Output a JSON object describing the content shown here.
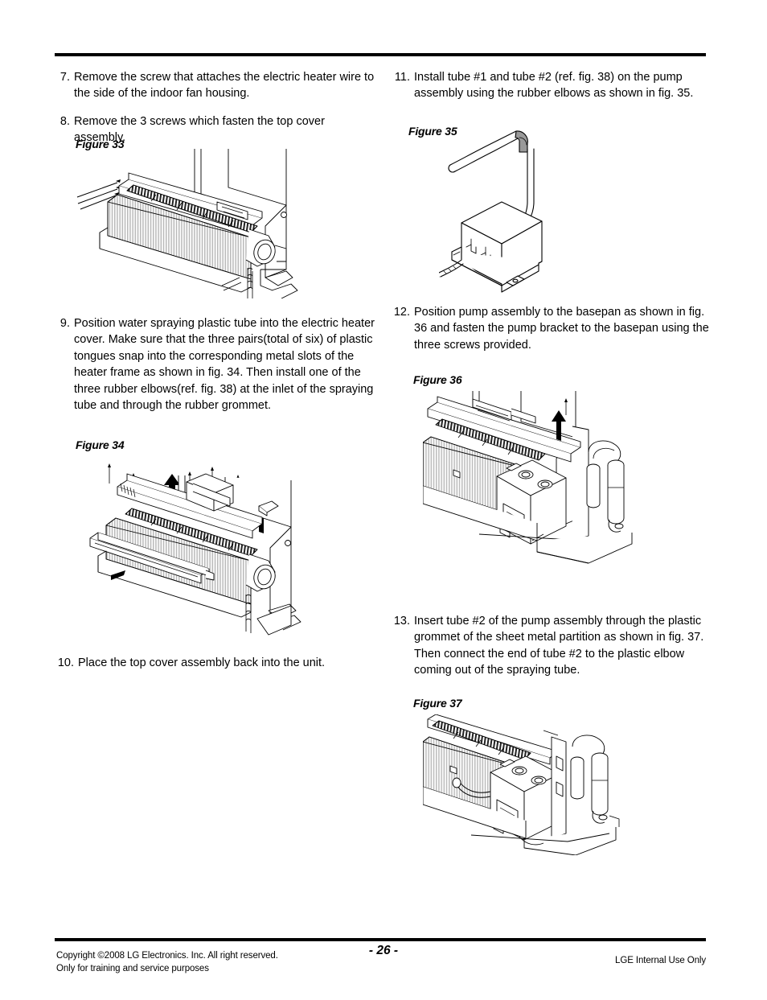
{
  "document": {
    "type": "service-manual-page",
    "page_number_label": "- 26 -"
  },
  "left_column": {
    "steps": [
      {
        "number": "7.",
        "text": "Remove the screw that attaches the electric heater wire to the side of the indoor fan housing."
      },
      {
        "number": "8.",
        "text": "Remove the 3 screws which fasten the top cover assembly."
      },
      {
        "number": "9.",
        "text": "Position water spraying plastic tube into the electric heater cover. Make sure that the three pairs(total of six) of plastic tongues snap into the corresponding metal slots of the heater frame as shown in fig. 34. Then install one of the three rubber elbows(ref. fig. 38) at the inlet of the spraying tube and through the rubber grommet."
      },
      {
        "number": "10.",
        "text": "Place the top cover assembly back into the unit."
      }
    ],
    "figures": [
      {
        "caption": "Figure 33",
        "description": "Isometric line drawing of indoor unit showing evaporator coil, blower wheel and top cover with screw callout lines"
      },
      {
        "caption": "Figure 34",
        "description": "Isometric line drawing of indoor unit with upward assembly arrows and water spraying plastic tube positioned at front"
      }
    ]
  },
  "right_column": {
    "steps": [
      {
        "number": "11.",
        "text": "Install tube #1 and tube #2 (ref. fig. 38) on the pump assembly using the rubber elbows as shown in fig. 35."
      },
      {
        "number": "12.",
        "text": "Position pump assembly to the basepan as shown in fig. 36 and fasten the pump bracket to the basepan using the three screws provided."
      },
      {
        "number": "13.",
        "text": "Insert tube #2 of the pump assembly through the plastic grommet of the sheet metal partition as shown in fig. 37. Then connect the end of tube #2 to the plastic elbow coming out of the spraying tube."
      }
    ],
    "figures": [
      {
        "caption": "Figure 35",
        "description": "Condensate pump assembly with mounting bracket, tube #1 and tube #2 attached by gray rubber elbows, power leads at base"
      },
      {
        "caption": "Figure 36",
        "description": "Isometric line drawing of unit with pump assembly positioned on the basepan, arrow indicating placement"
      },
      {
        "caption": "Figure 37",
        "description": "Isometric line drawing of unit showing tube #2 routed through the plastic grommet of the sheet metal partition"
      }
    ]
  },
  "footer": {
    "copyright_line1": "Copyright ©2008 LG Electronics. Inc. All right reserved.",
    "copyright_line2": "Only for training and service purposes",
    "page_number": "- 26 -",
    "internal_note": "LGE Internal Use Only"
  },
  "colors": {
    "rule": "#000000",
    "text": "#000000",
    "rubber_elbow_gray": "#999999",
    "fin_gray": "#c8c8c8",
    "shade_light": "#e8e8e8"
  }
}
